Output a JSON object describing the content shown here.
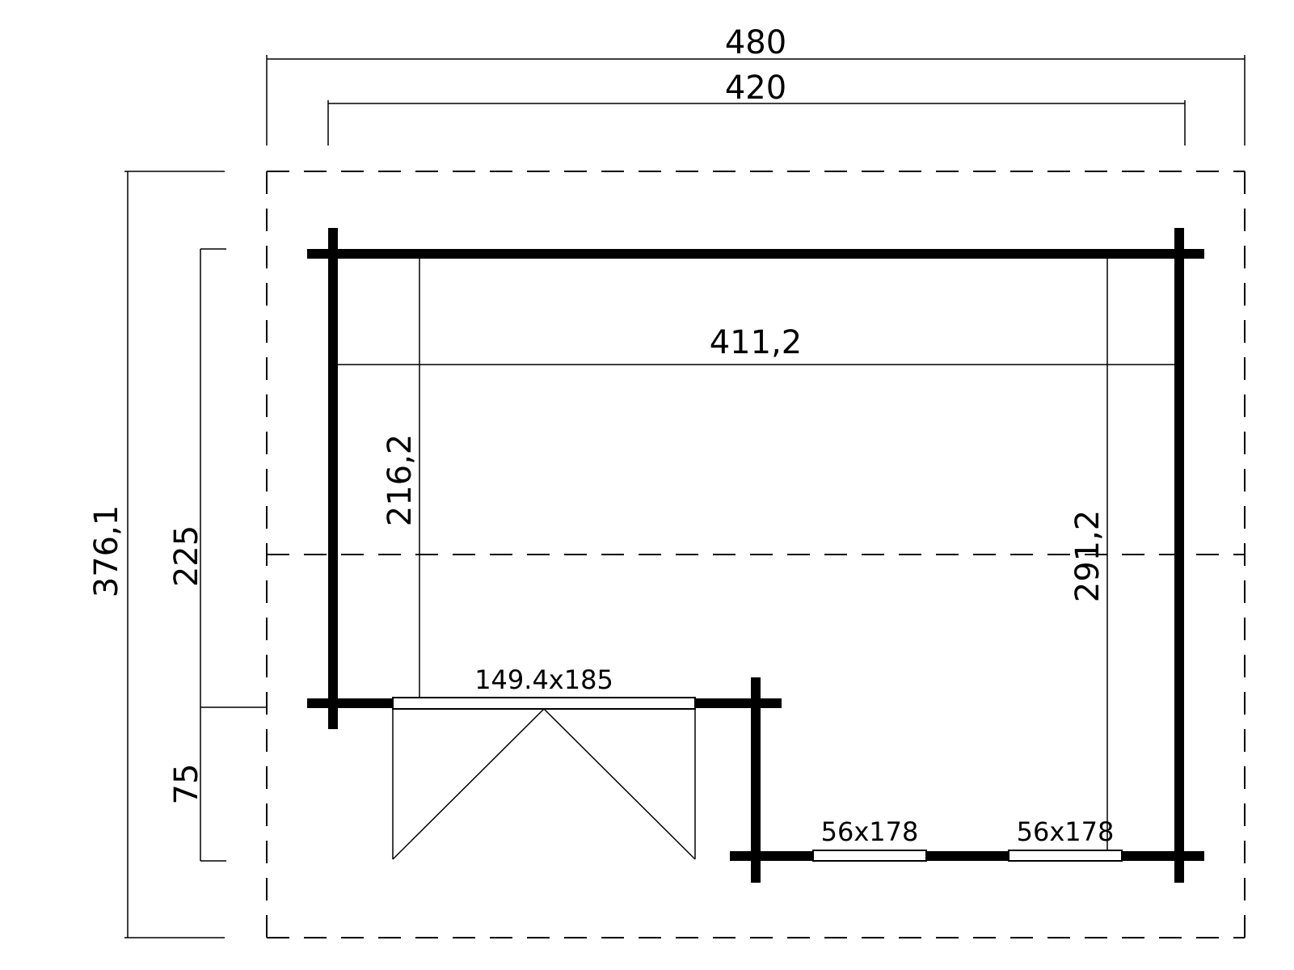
{
  "diagram": {
    "dimensions": {
      "overall_width": "480",
      "wall_width": "420",
      "interior_width": "411,2",
      "overall_depth": "376,1",
      "side_depth_upper": "225",
      "side_depth_lower": "75",
      "inner_depth_left": "216,2",
      "inner_depth_right": "291,2"
    },
    "openings": {
      "door": "149.4x185",
      "window_1": "56x178",
      "window_2": "56x178"
    }
  }
}
